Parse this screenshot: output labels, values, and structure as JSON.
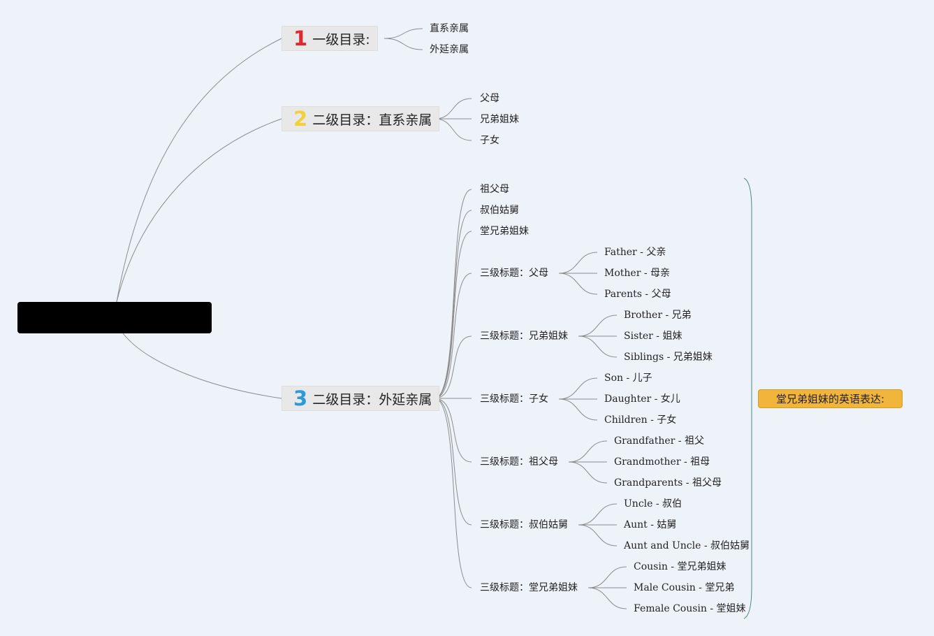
{
  "mindmap": {
    "branches": [
      {
        "num": "1",
        "num_color": "#e0282e",
        "title": "一级目录:",
        "children": [
          "直系亲属",
          "外延亲属"
        ]
      },
      {
        "num": "2",
        "num_color": "#f1d03a",
        "title": "二级目录：直系亲属",
        "children": [
          "父母",
          "兄弟姐妹",
          "子女"
        ]
      },
      {
        "num": "3",
        "num_color": "#2c9ad8",
        "title": "二级目录：外延亲属",
        "children": [
          "祖父母",
          "叔伯姑舅",
          "堂兄弟姐妹"
        ]
      }
    ],
    "subtopics": [
      {
        "title": "三级标题：父母",
        "items": [
          "Father - 父亲",
          "Mother - 母亲",
          "Parents - 父母"
        ]
      },
      {
        "title": "三级标题：兄弟姐妹",
        "items": [
          "Brother - 兄弟",
          "Sister - 姐妹",
          "Siblings - 兄弟姐妹"
        ]
      },
      {
        "title": "三级标题：子女",
        "items": [
          "Son - 儿子",
          "Daughter - 女儿",
          "Children - 子女"
        ]
      },
      {
        "title": "三级标题：祖父母",
        "items": [
          "Grandfather - 祖父",
          "Grandmother - 祖母",
          "Grandparents - 祖父母"
        ]
      },
      {
        "title": "三级标题：叔伯姑舅",
        "items": [
          "Uncle - 叔伯",
          "Aunt - 姑舅",
          "Aunt and Uncle - 叔伯姑舅"
        ]
      },
      {
        "title": "三级标题：堂兄弟姐妹",
        "items": [
          "Cousin - 堂兄弟姐妹",
          "Male Cousin - 堂兄弟",
          "Female Cousin - 堂姐妹"
        ]
      }
    ],
    "summary": {
      "label": "堂兄弟姐妹的英语表达:"
    },
    "colors": {
      "line": "#8c8c8c",
      "summary_bracket": "#4a8a80",
      "summary_fill": "#f2b53c"
    }
  }
}
